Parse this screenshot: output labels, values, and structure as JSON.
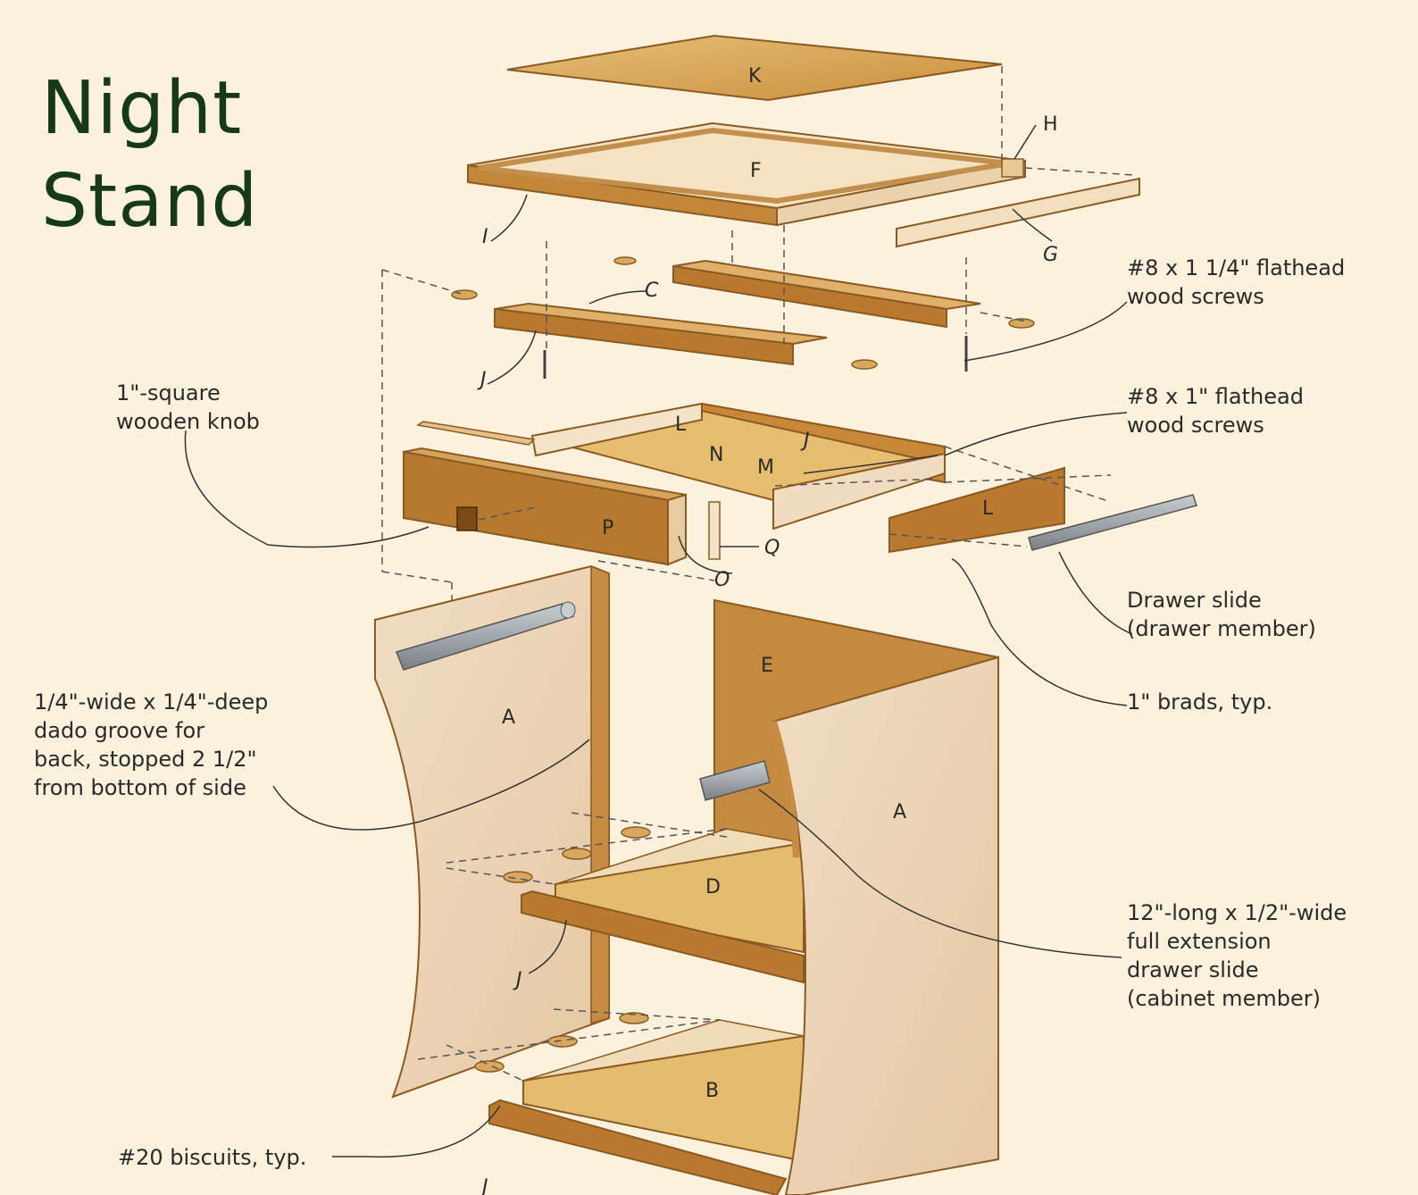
{
  "title": {
    "line1": "Night",
    "line2": "Stand"
  },
  "callouts": {
    "screws_flathead_1_1_4": {
      "line1": "#8 x 1 1/4\" flathead",
      "line2": "wood screws"
    },
    "screws_flathead_1": {
      "line1": "#8 x 1\" flathead",
      "line2": "wood screws"
    },
    "knob": {
      "line1": "1\"-square",
      "line2": "wooden knob"
    },
    "drawer_slide_drawer": {
      "line1": "Drawer slide",
      "line2": "(drawer member)"
    },
    "brads": {
      "line1": "1\" brads, typ."
    },
    "dado": {
      "line1": "1/4\"-wide x 1/4\"-deep",
      "line2": "dado groove for",
      "line3": "back, stopped 2 1/2\"",
      "line4": "from bottom of side"
    },
    "drawer_slide_cabinet": {
      "line1": "12\"-long x 1/2\"-wide",
      "line2": "full extension",
      "line3": "drawer slide",
      "line4": "(cabinet member)"
    },
    "biscuits": {
      "line1": "#20 biscuits, typ."
    }
  },
  "part_labels": {
    "K": "K",
    "F": "F",
    "H": "H",
    "I": "I",
    "G": "G",
    "C": "C",
    "J_top": "J",
    "L_back": "L",
    "N": "N",
    "M": "M",
    "J_drawer": "J",
    "P": "P",
    "Q": "Q",
    "O": "O",
    "L_side": "L",
    "A_left": "A",
    "E": "E",
    "A_right": "A",
    "D": "D",
    "J_mid": "J",
    "B": "B",
    "J_bottom": "J"
  },
  "colors": {
    "background": "#fbf1dc",
    "title": "#163a17",
    "wood_face": "#dcb26c",
    "wood_edge": "#b57a2e",
    "wood_dark": "#9c6524",
    "panel_light": "#f0dcc0",
    "slide_metal": "#9aa0a4"
  }
}
